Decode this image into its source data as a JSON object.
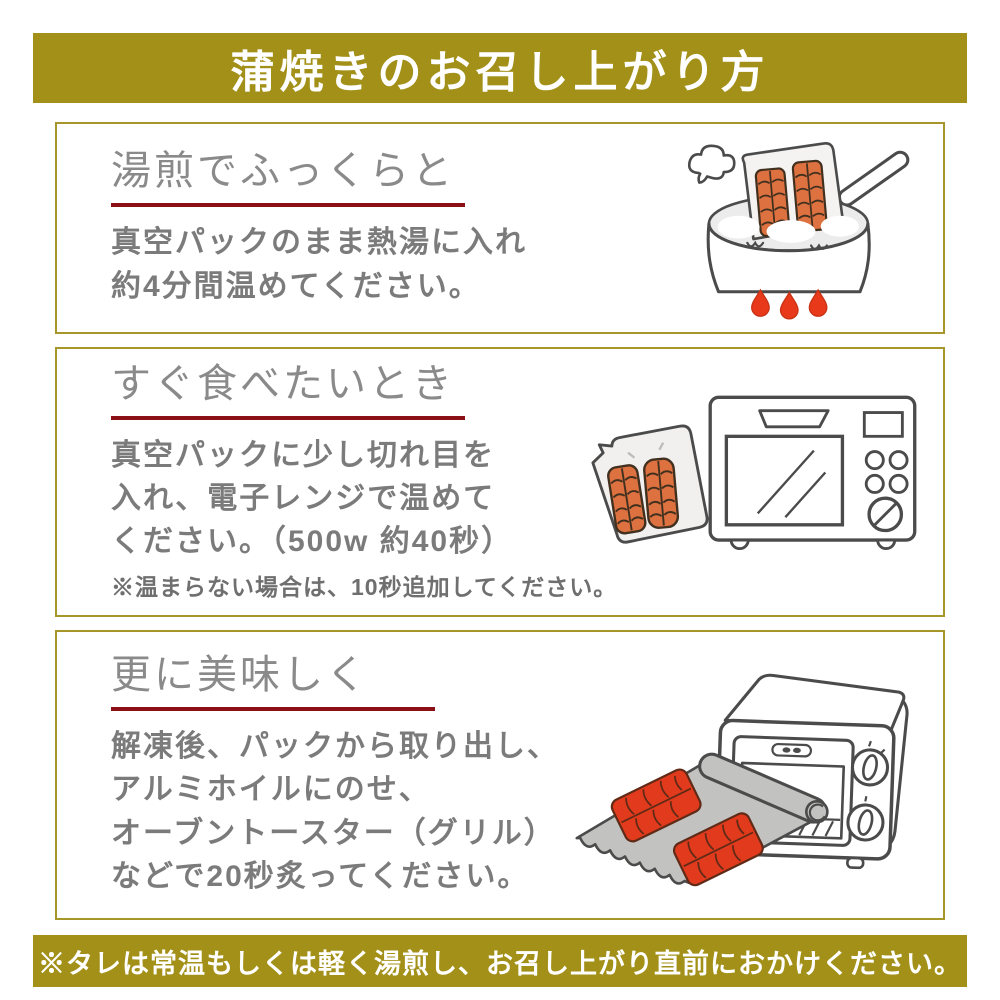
{
  "page": {
    "title": "蒲焼きのお召し上がり方",
    "footer_note": "※タレは常温もしくは軽く湯煎し、お召し上がり直前におかけください。"
  },
  "sections": [
    {
      "title": "湯煎でふっくらと",
      "body_lines": [
        "真空パックのまま熱湯に入れ",
        "約4分間温めてください。"
      ],
      "illustration": "boiling-pot-with-vacuum-pack"
    },
    {
      "title": "すぐ食べたいとき",
      "body_lines": [
        "真空パックに少し切れ目を",
        "入れ、電子レンジで温めて",
        "ください。（500w 約40秒）"
      ],
      "note": "※温まらない場合は、10秒追加してください。",
      "illustration": "vacuum-pack-and-microwave"
    },
    {
      "title": "更に美味しく",
      "body_lines": [
        "解凍後、パックから取り出し、",
        "アルミホイルにのせ、",
        "オーブントースター（グリル）",
        "などで20秒炙ってください。"
      ],
      "illustration": "aluminum-foil-and-toaster-oven"
    }
  ],
  "colors": {
    "banner_olive": "#a39018",
    "card_border_olive": "#a79628",
    "title_gray": "#8a8a8a",
    "body_gray": "#7b7b7b",
    "underline_dark_red": "#8a1016",
    "eel_orange": "#dd7140",
    "eel_red": "#e23a1d",
    "flame_red": "#e8391b",
    "outline_gray": "#4b4b4b",
    "foil_gray": "#c2c2c0"
  },
  "icons": {
    "steam": "steam-puff-icon",
    "pot": "cooking-pot-icon",
    "flames": "flame-icon",
    "pack": "vacuum-pack-icon",
    "eel": "eel-fillet-icon",
    "microwave": "microwave-icon",
    "foil": "aluminum-foil-icon",
    "toaster": "toaster-oven-icon"
  }
}
